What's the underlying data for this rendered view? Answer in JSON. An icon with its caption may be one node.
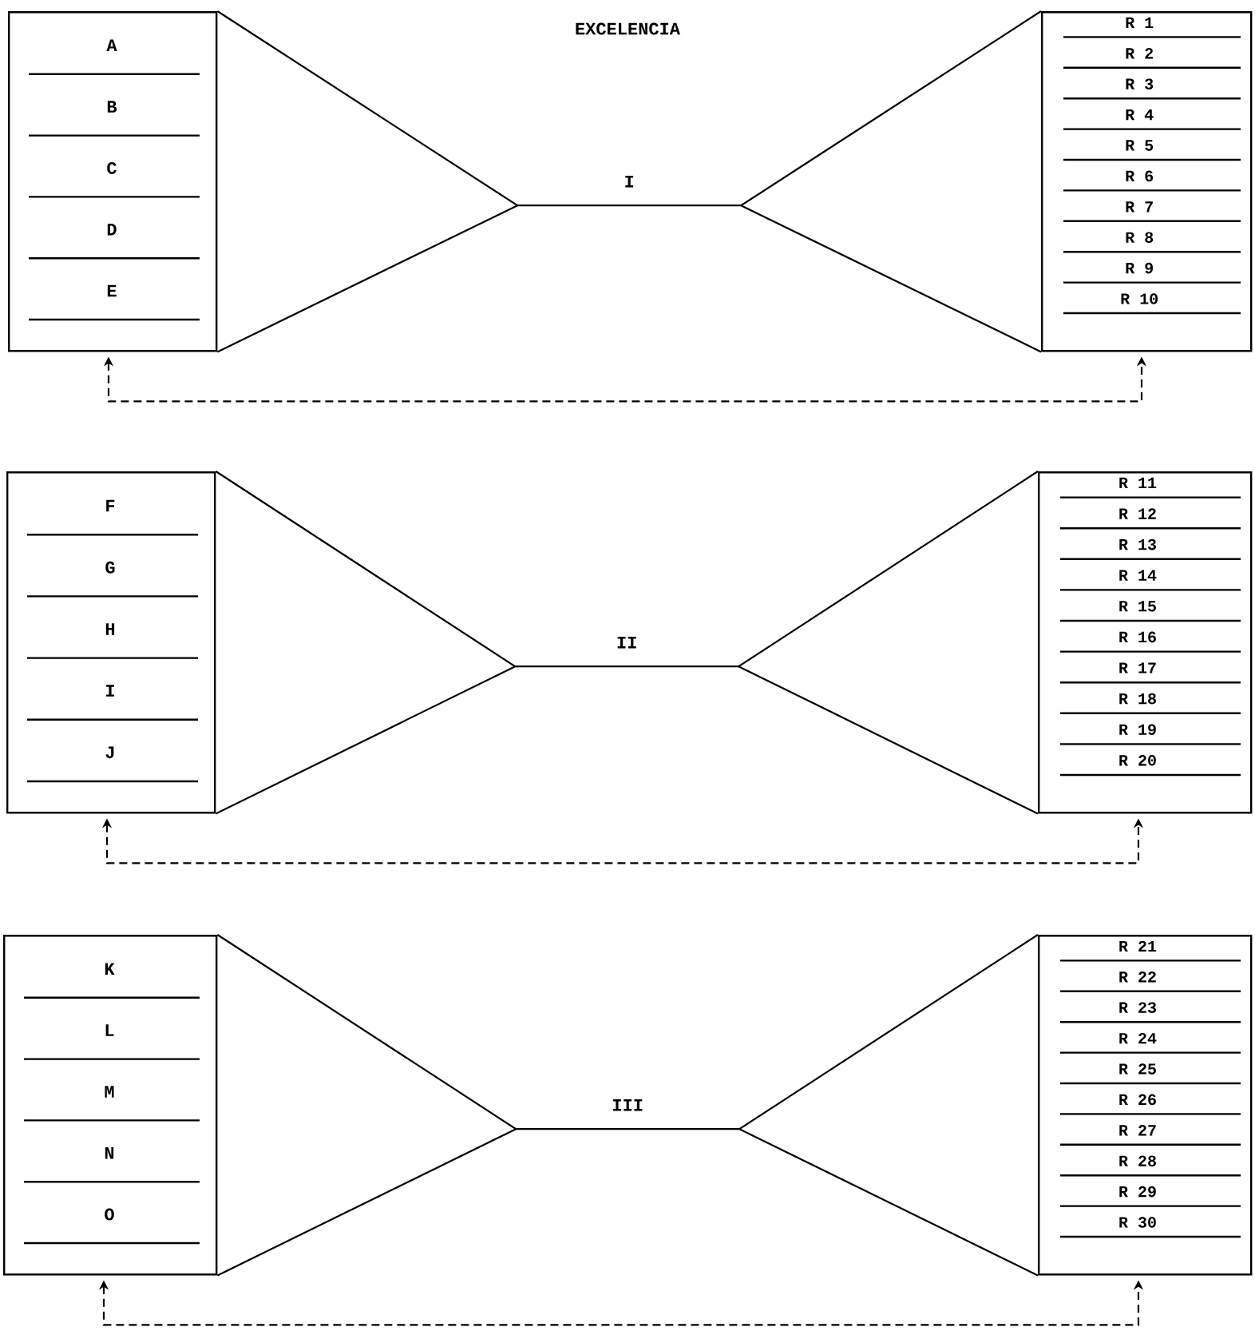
{
  "diagram": {
    "title": "EXCELENCIA",
    "nodes": [
      {
        "text": [
          "A",
          "B",
          "C",
          "D",
          "E"
        ]
      },
      {
        "text": [
          "R 1",
          "R 2",
          "R 3",
          "R 4",
          "R 5",
          "R 6",
          "R 7",
          "R 8",
          "R 9",
          "R 10"
        ]
      },
      {
        "text": [
          "F",
          "G",
          "H",
          "I",
          "J"
        ]
      },
      {
        "text": [
          "R 11",
          "R 12",
          "R 13",
          "R 14",
          "R 15",
          "R 16",
          "R 17",
          "R 18",
          "R 19",
          "R 20"
        ]
      },
      {
        "text": [
          "K",
          "L",
          "M",
          "N",
          "O"
        ]
      },
      {
        "text": [
          "R 21",
          "R 22",
          "R 23",
          "R 24",
          "R 25",
          "R 26",
          "R 27",
          "R 28",
          "R 29",
          "R 30"
        ]
      }
    ],
    "edges": [
      {
        "from": 0,
        "to": 1,
        "arrow": "none",
        "label": "I"
      },
      {
        "from": 0,
        "to": 1,
        "arrow": "both",
        "style": "dashed"
      },
      {
        "from": 2,
        "to": 3,
        "arrow": "none",
        "label": "II"
      },
      {
        "from": 2,
        "to": 3,
        "arrow": "both",
        "style": "dashed"
      },
      {
        "from": 4,
        "to": 5,
        "arrow": "none",
        "label": "III"
      },
      {
        "from": 4,
        "to": 5,
        "arrow": "both",
        "style": "dashed"
      }
    ]
  }
}
